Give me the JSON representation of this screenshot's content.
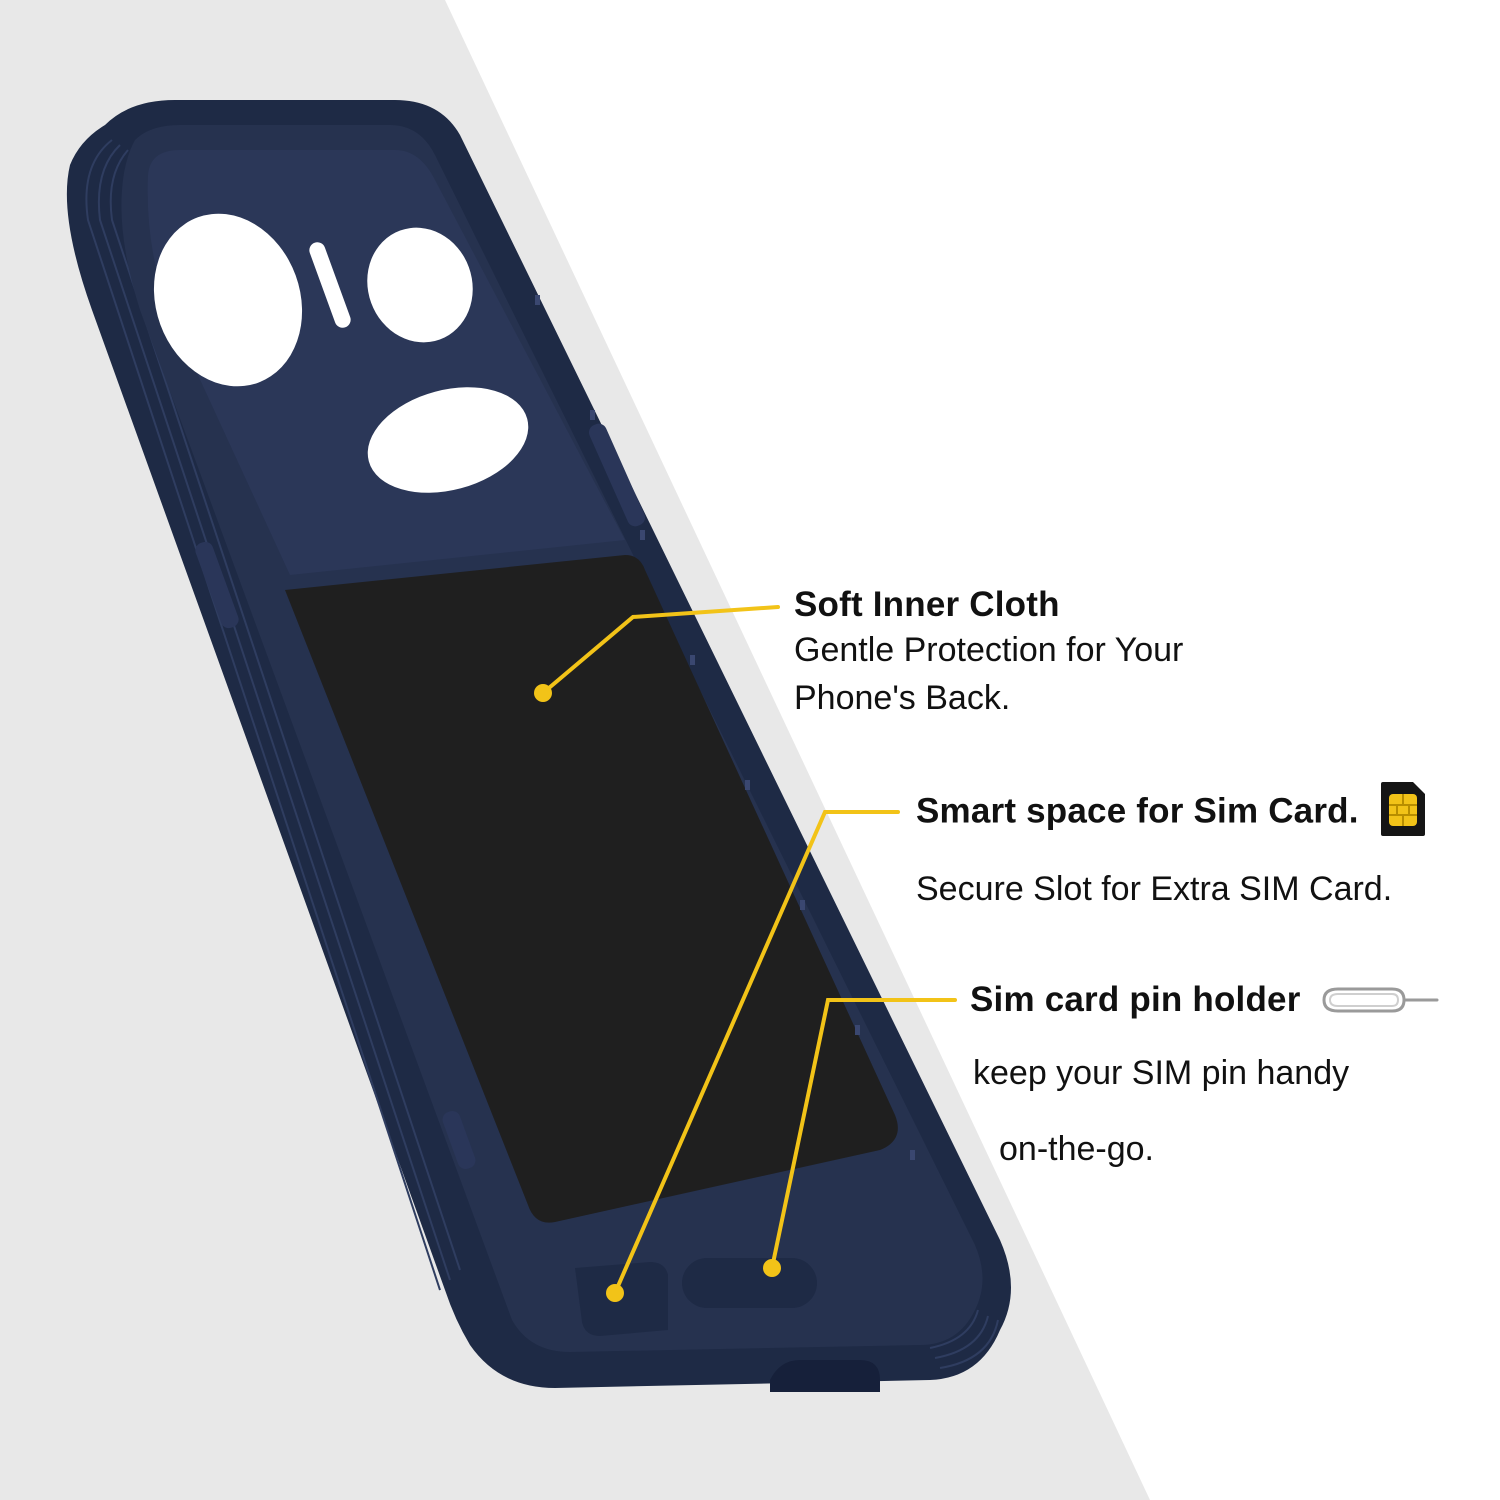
{
  "colors": {
    "background": "#ffffff",
    "side_panel": "#e8e8e8",
    "case_navy": "#1e2a45",
    "case_inner": "#26324f",
    "cloth": "#1f1f1f",
    "accent_yellow": "#f2c318",
    "text": "#111111"
  },
  "callouts": {
    "cloth": {
      "title": "Soft Inner Cloth",
      "line1": "Gentle Protection for Your",
      "line2": "Phone's Back."
    },
    "sim": {
      "title": "Smart space for Sim Card.",
      "line1": "Secure Slot for Extra SIM Card.",
      "icon": "sim-card-icon"
    },
    "pin": {
      "title": "Sim card pin holder",
      "line1": "keep your SIM pin handy",
      "line2": "on-the-go.",
      "icon": "sim-eject-pin-icon"
    }
  }
}
